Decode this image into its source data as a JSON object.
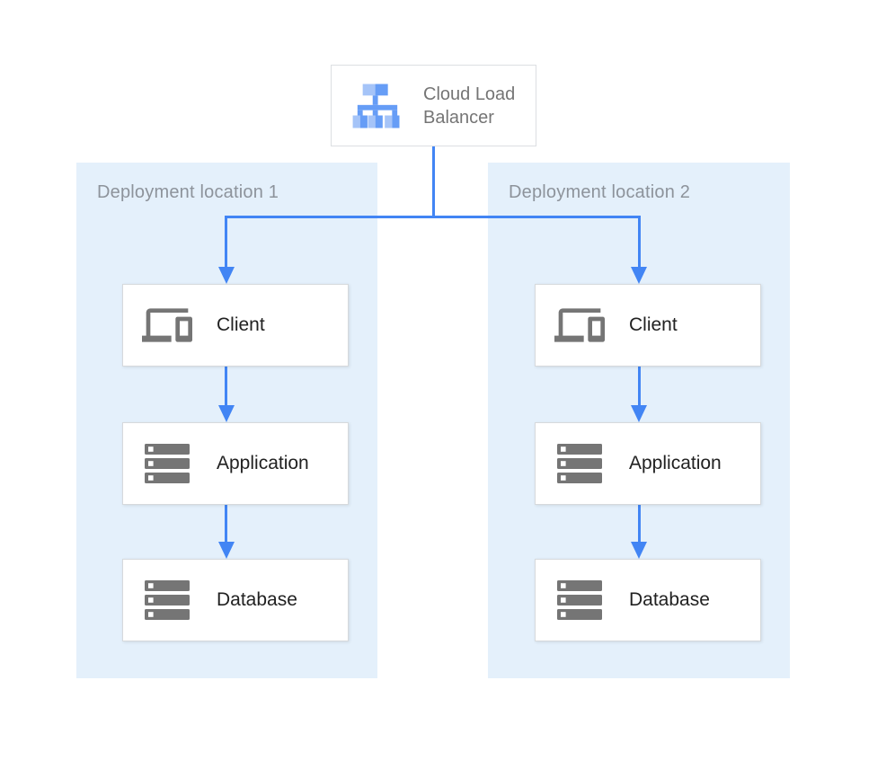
{
  "colors": {
    "panel_bg": "#E4F0FB",
    "arrow_blue": "#4285F4",
    "box_border": "#D6D9DC",
    "lb_box_border": "#DCDFE2",
    "node_text": "#212121",
    "muted_text": "#757575",
    "panel_label_text": "#8D939B",
    "icon_gray": "#757575",
    "lb_icon_light": "#A5C4F8",
    "lb_icon_medium": "#669DF6"
  },
  "load_balancer": {
    "label": "Cloud Load Balancer",
    "icon": "cloud-load-balancer-icon"
  },
  "locations": [
    {
      "label": "Deployment location 1",
      "nodes": [
        {
          "label": "Client",
          "icon": "devices-icon"
        },
        {
          "label": "Application",
          "icon": "server-stack-icon"
        },
        {
          "label": "Database",
          "icon": "server-stack-icon"
        }
      ]
    },
    {
      "label": "Deployment location 2",
      "nodes": [
        {
          "label": "Client",
          "icon": "devices-icon"
        },
        {
          "label": "Application",
          "icon": "server-stack-icon"
        },
        {
          "label": "Database",
          "icon": "server-stack-icon"
        }
      ]
    }
  ]
}
